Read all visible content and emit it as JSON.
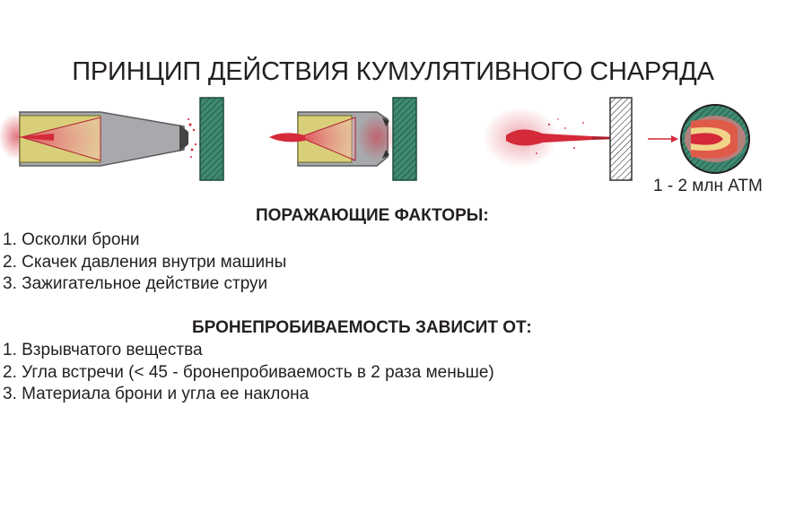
{
  "title": "ПРИНЦИП ДЕЙСТВИЯ КУМУЛЯТИВНОГО СНАРЯДА",
  "pressure_label": "1 - 2 млн АТМ",
  "damage": {
    "heading": "ПОРАЖАЮЩИЕ ФАКТОРЫ:",
    "items": [
      "1. Осколки брони",
      "2. Скачек давления внутри машины",
      "3. Зажигательное действие струи"
    ]
  },
  "penetration": {
    "heading": "БРОНЕПРОБИВАЕМОСТЬ ЗАВИСИТ ОТ:",
    "items": [
      "1. Взрывчатого вещества",
      "2. Угла встречи (< 45 - бронепробиваемость в 2 раза меньше)",
      "3. Материала брони и угла ее наклона"
    ]
  },
  "colors": {
    "armor_green": "#3f8a72",
    "jet_red": "#d42a3a",
    "charge_yellow": "#d9cf7a",
    "body_gray": "#a7a9ac"
  }
}
